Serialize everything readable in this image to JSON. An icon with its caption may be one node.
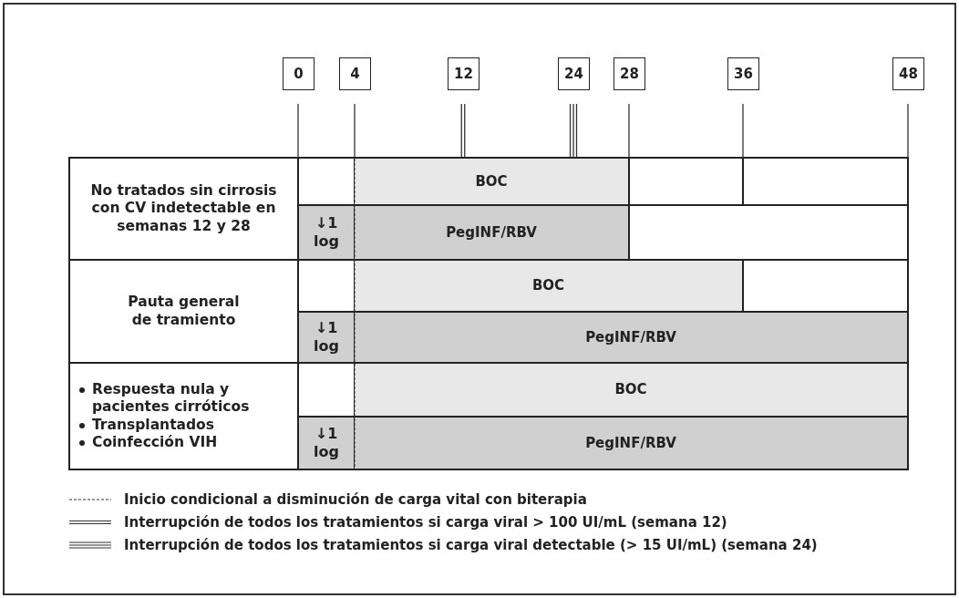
{
  "diagram": {
    "nodes": [
      {
        "text": [
          "0"
        ]
      },
      {
        "text": [
          "4"
        ]
      },
      {
        "text": [
          "12"
        ]
      },
      {
        "text": [
          "24"
        ]
      },
      {
        "text": [
          "28"
        ]
      },
      {
        "text": [
          "36"
        ]
      },
      {
        "text": [
          "48"
        ]
      },
      {
        "text": [
          "No tratados sin cirrosis con CV indetectable en semanas 12 y 28"
        ]
      },
      {
        "text": [
          "BOC"
        ]
      },
      {
        "text": [
          "↓1 log"
        ]
      },
      {
        "text": [
          "PegINF/RBV"
        ]
      },
      {
        "text": [
          "Pauta general de tramiento"
        ]
      },
      {
        "text": [
          "BOC"
        ]
      },
      {
        "text": [
          "↓1 log"
        ]
      },
      {
        "text": [
          "PegINF/RBV"
        ]
      },
      {
        "text": [
          "Respuesta nula y pacientes cirróticos",
          "Transplantados",
          "Coinfección VIH"
        ]
      },
      {
        "text": [
          "BOC"
        ]
      },
      {
        "text": [
          "↓1 log"
        ]
      },
      {
        "text": [
          "PegINF/RBV"
        ]
      }
    ],
    "legend": [
      {
        "text": "Inicio condicional a disminución de carga vital con biterapia"
      },
      {
        "text": "Interrupción de todos los tratamientos si carga viral > 100 UI/mL (semana 12)"
      },
      {
        "text": "Interrupción de todos los tratamientos si carga viral detectable (> 15 UI/mL) (semana 24)"
      }
    ]
  }
}
